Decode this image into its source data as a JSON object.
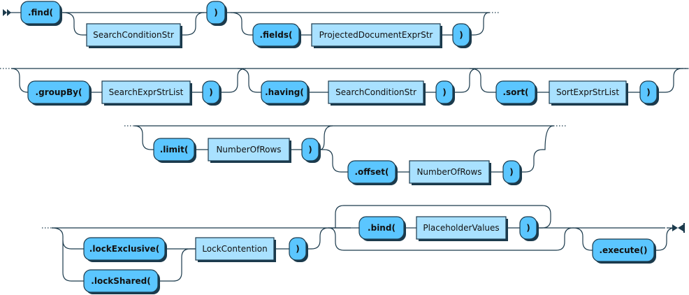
{
  "terminals": {
    "find": ".find(",
    "find_close": ")",
    "fields": ".fields(",
    "fields_close": ")",
    "groupBy": ".groupBy(",
    "groupBy_close": ")",
    "having": ".having(",
    "having_close": ")",
    "sort": ".sort(",
    "sort_close": ")",
    "limit": ".limit(",
    "limit_close": ")",
    "offset": ".offset(",
    "offset_close": ")",
    "lockExclusive": ".lockExclusive(",
    "lockShared": ".lockShared(",
    "lock_close": ")",
    "bind": ".bind(",
    "bind_close": ")",
    "execute": ".execute()"
  },
  "nonterminals": {
    "find_arg": "SearchConditionStr",
    "fields_arg": "ProjectedDocumentExprStr",
    "groupBy_arg": "SearchExprStrList",
    "having_arg": "SearchConditionStr",
    "sort_arg": "SortExprStrList",
    "limit_arg": "NumberOfRows",
    "offset_arg": "NumberOfRows",
    "lock_arg": "LockContention",
    "bind_arg": "PlaceholderValues"
  }
}
